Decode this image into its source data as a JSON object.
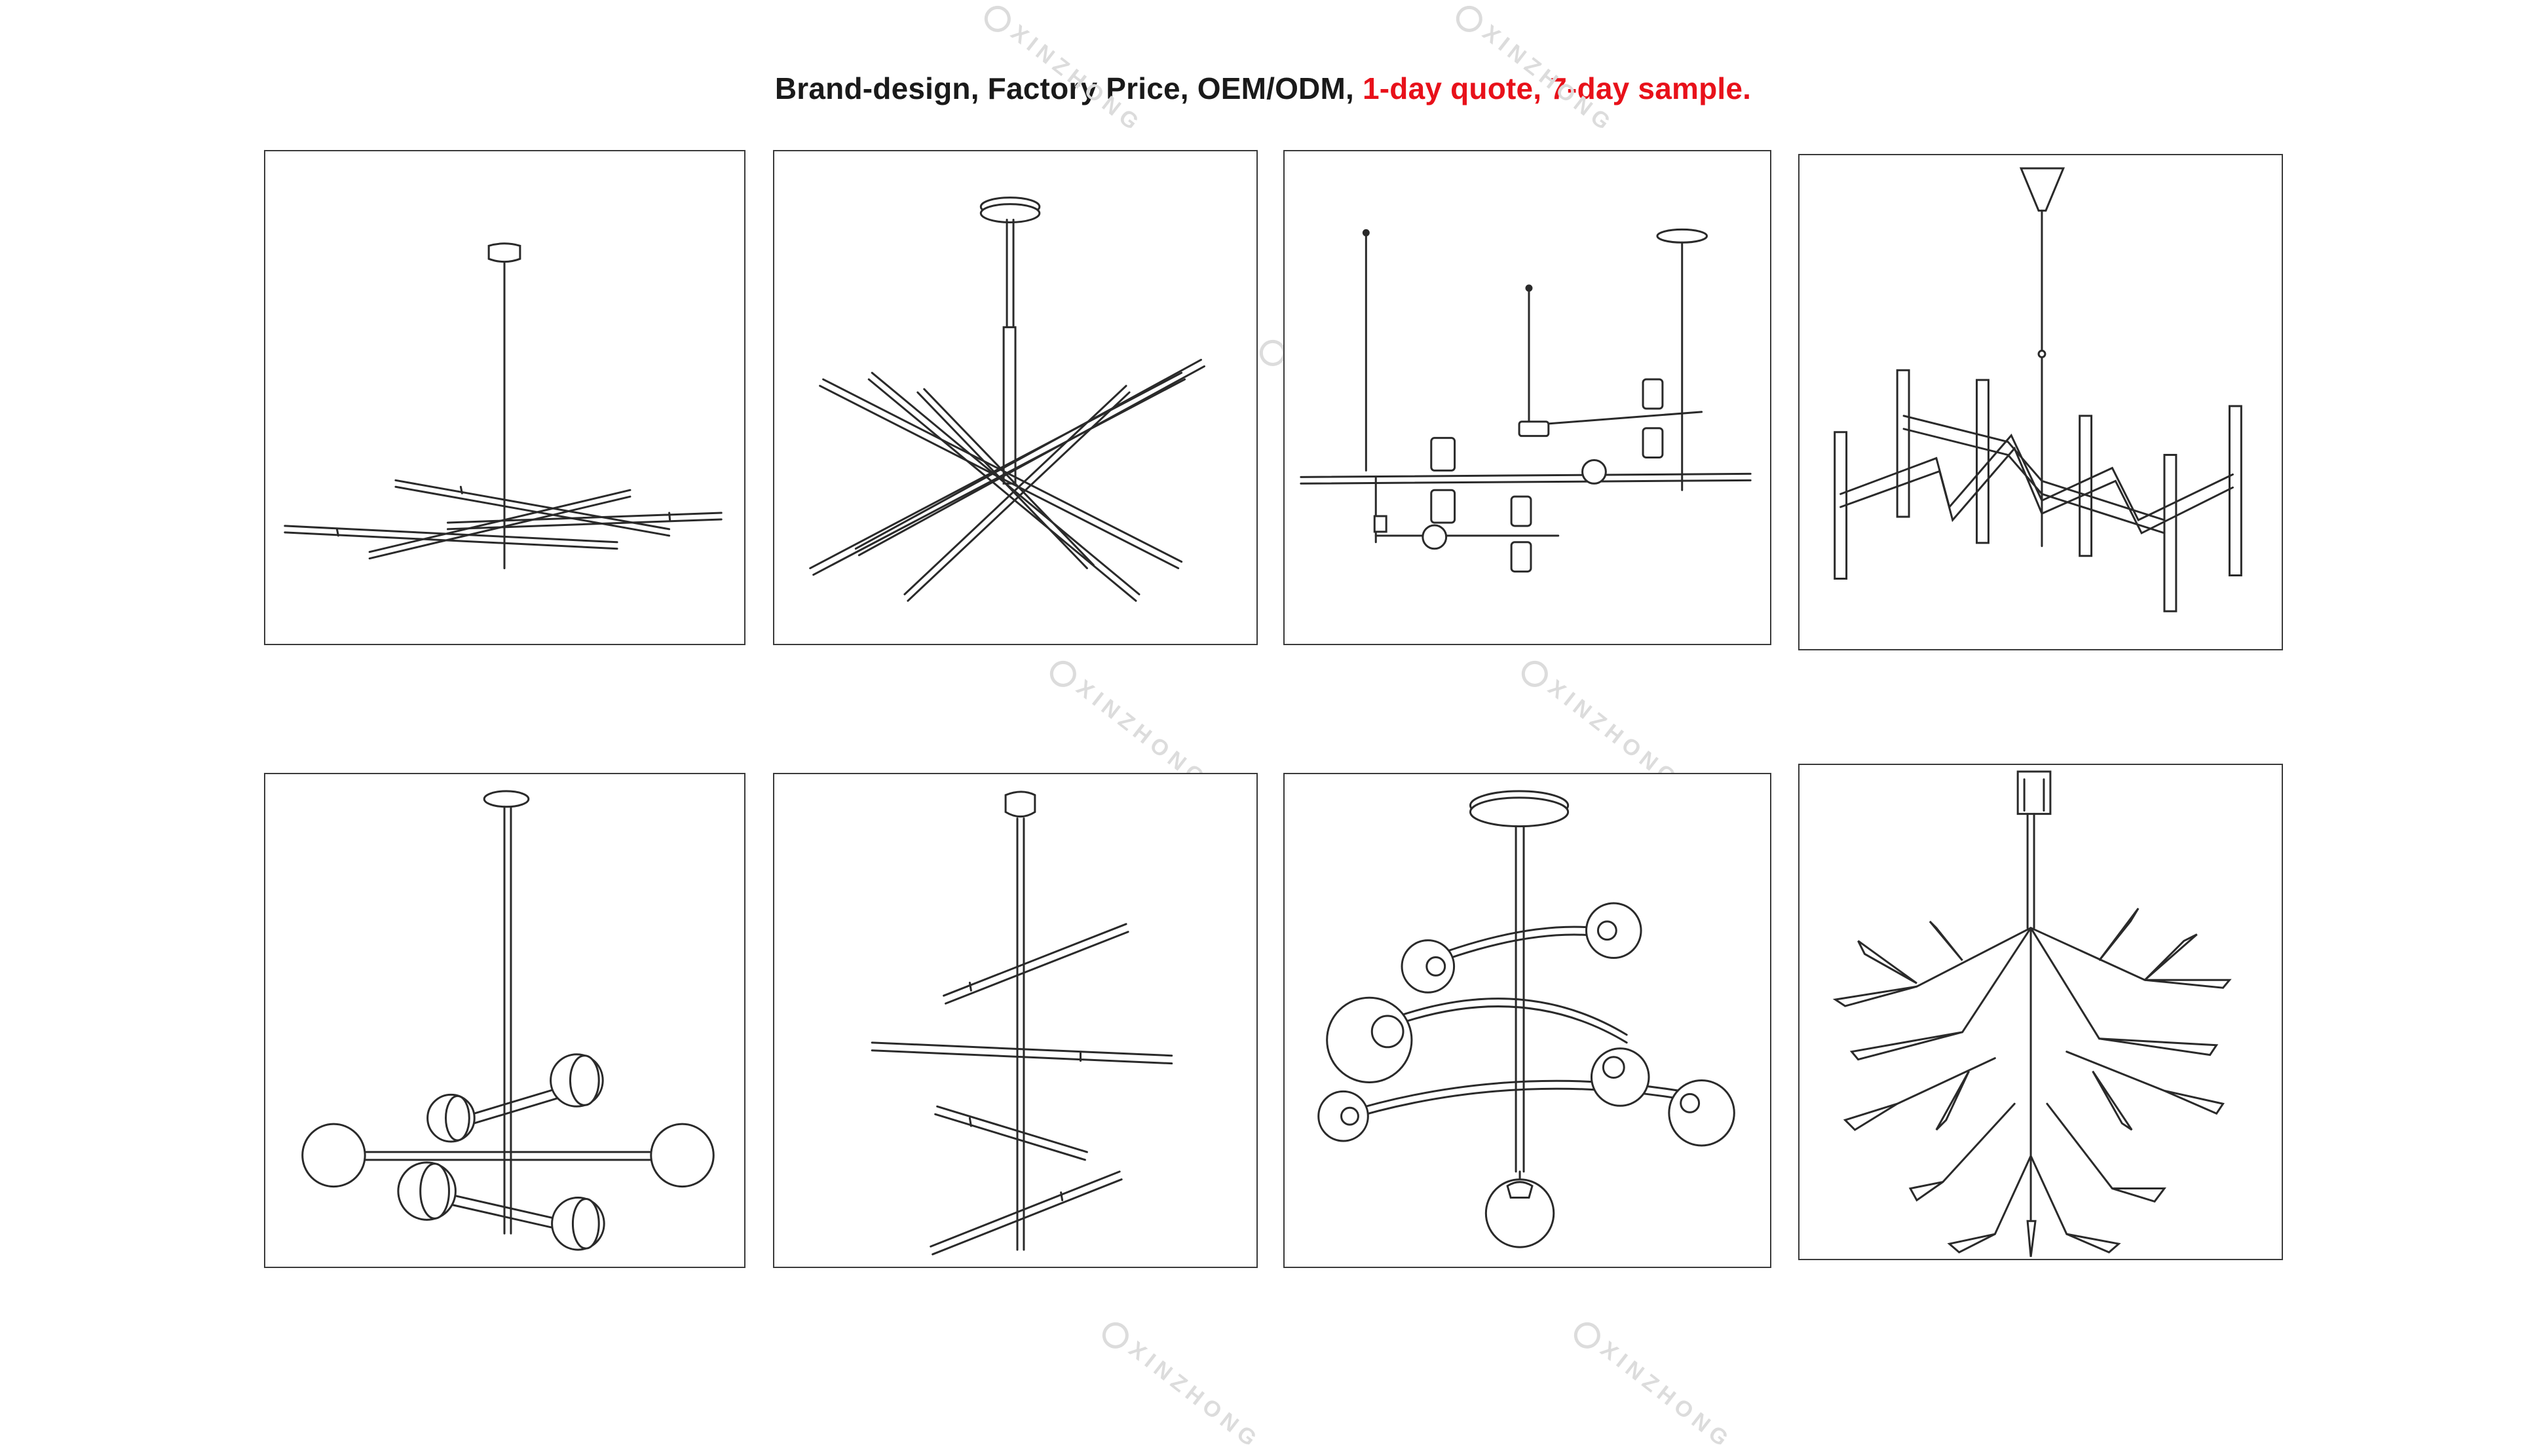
{
  "headline": {
    "main": "Brand-design, Factory Price, OEM/ODM,",
    "accent": "1-day quote, 7-day sample."
  },
  "watermark": {
    "text": "XINZHONG"
  },
  "colors": {
    "accent": "#e8111a",
    "text": "#1a1a1a",
    "line": "#2a2a2a",
    "watermark": "#dcdcdc"
  }
}
